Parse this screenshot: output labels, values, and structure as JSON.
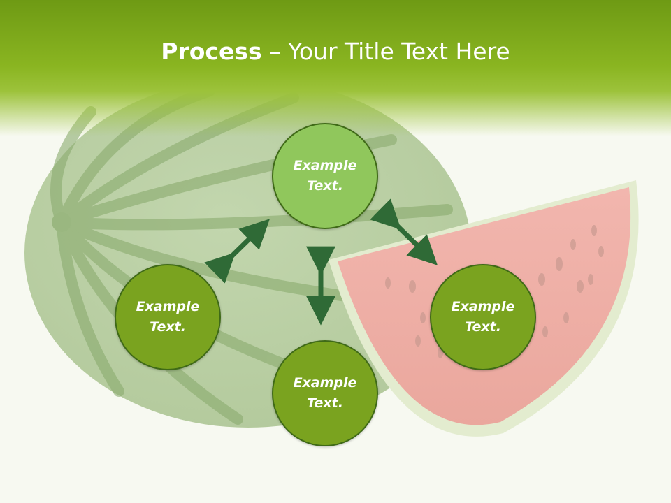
{
  "title": {
    "bold": "Process",
    "rest": " – Your Title Text Here"
  },
  "nodes": {
    "top": "Example Text.",
    "left": "Example Text.",
    "right": "Example Text.",
    "bottom": "Example Text."
  },
  "colors": {
    "header": "#8ab521",
    "node_light": "#90c75c",
    "node_dark": "#7aa31f",
    "arrow": "#2f6a36"
  }
}
